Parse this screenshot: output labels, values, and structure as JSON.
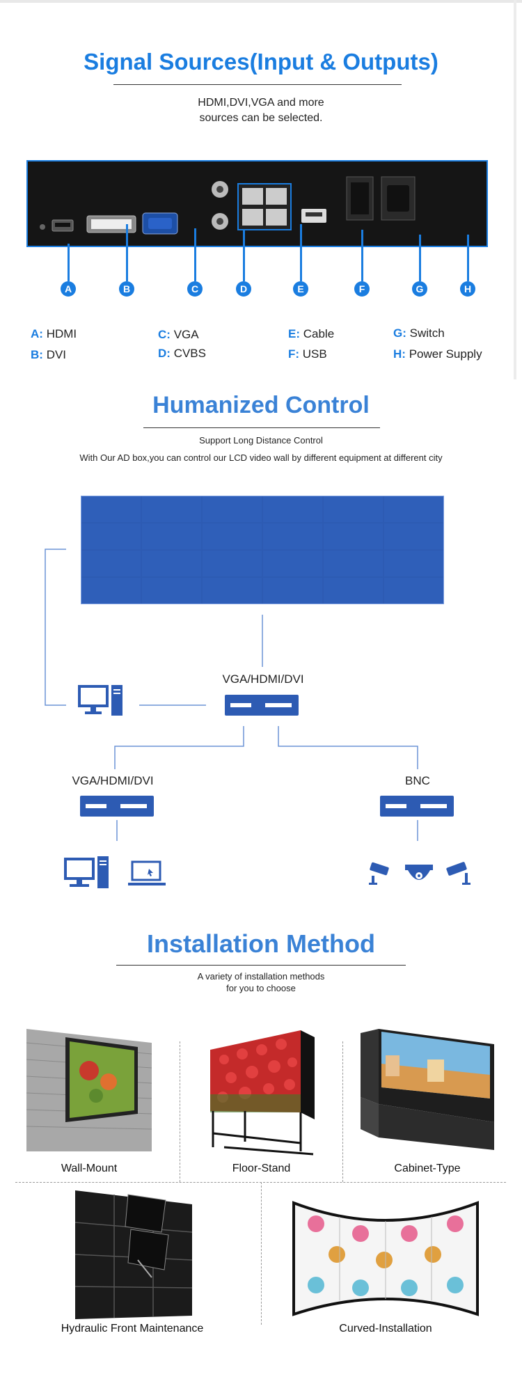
{
  "section1": {
    "title": "Signal Sources(Input & Outputs)",
    "subtitle_line1": "HDMI,DVI,VGA and more",
    "subtitle_line2": "sources can be selected.",
    "port_labels": [
      "A",
      "B",
      "C",
      "D",
      "E",
      "F",
      "G",
      "H"
    ],
    "legend": [
      {
        "key": "A:",
        "name": "HDMI"
      },
      {
        "key": "B:",
        "name": "DVI"
      },
      {
        "key": "C:",
        "name": "VGA"
      },
      {
        "key": "D:",
        "name": "CVBS"
      },
      {
        "key": "E:",
        "name": "Cable"
      },
      {
        "key": "F:",
        "name": "USB"
      },
      {
        "key": "G:",
        "name": "Switch"
      },
      {
        "key": "H:",
        "name": "Power Supply"
      }
    ]
  },
  "section2": {
    "title": "Humanized Control",
    "subtitle_line1": "Support Long Distance Control",
    "subtitle_line2": "With Our AD box,you can control our LCD video wall by different equipment at different city",
    "box_center_label": "VGA/HDMI/DVI",
    "box_left_label": "VGA/HDMI/DVI",
    "box_right_label": "BNC"
  },
  "section3": {
    "title": "Installation Method",
    "subtitle_line1": "A variety of installation methods",
    "subtitle_line2": "for you to choose",
    "methods": [
      {
        "label": "Wall-Mount"
      },
      {
        "label": "Floor-Stand"
      },
      {
        "label": "Cabinet-Type"
      },
      {
        "label": "Hydraulic Front Maintenance"
      },
      {
        "label": "Curved-Installation"
      }
    ]
  },
  "colors": {
    "accent": "#1a7de0",
    "panel_blue": "#2d5bb3",
    "line_blue": "#6b93d6"
  }
}
